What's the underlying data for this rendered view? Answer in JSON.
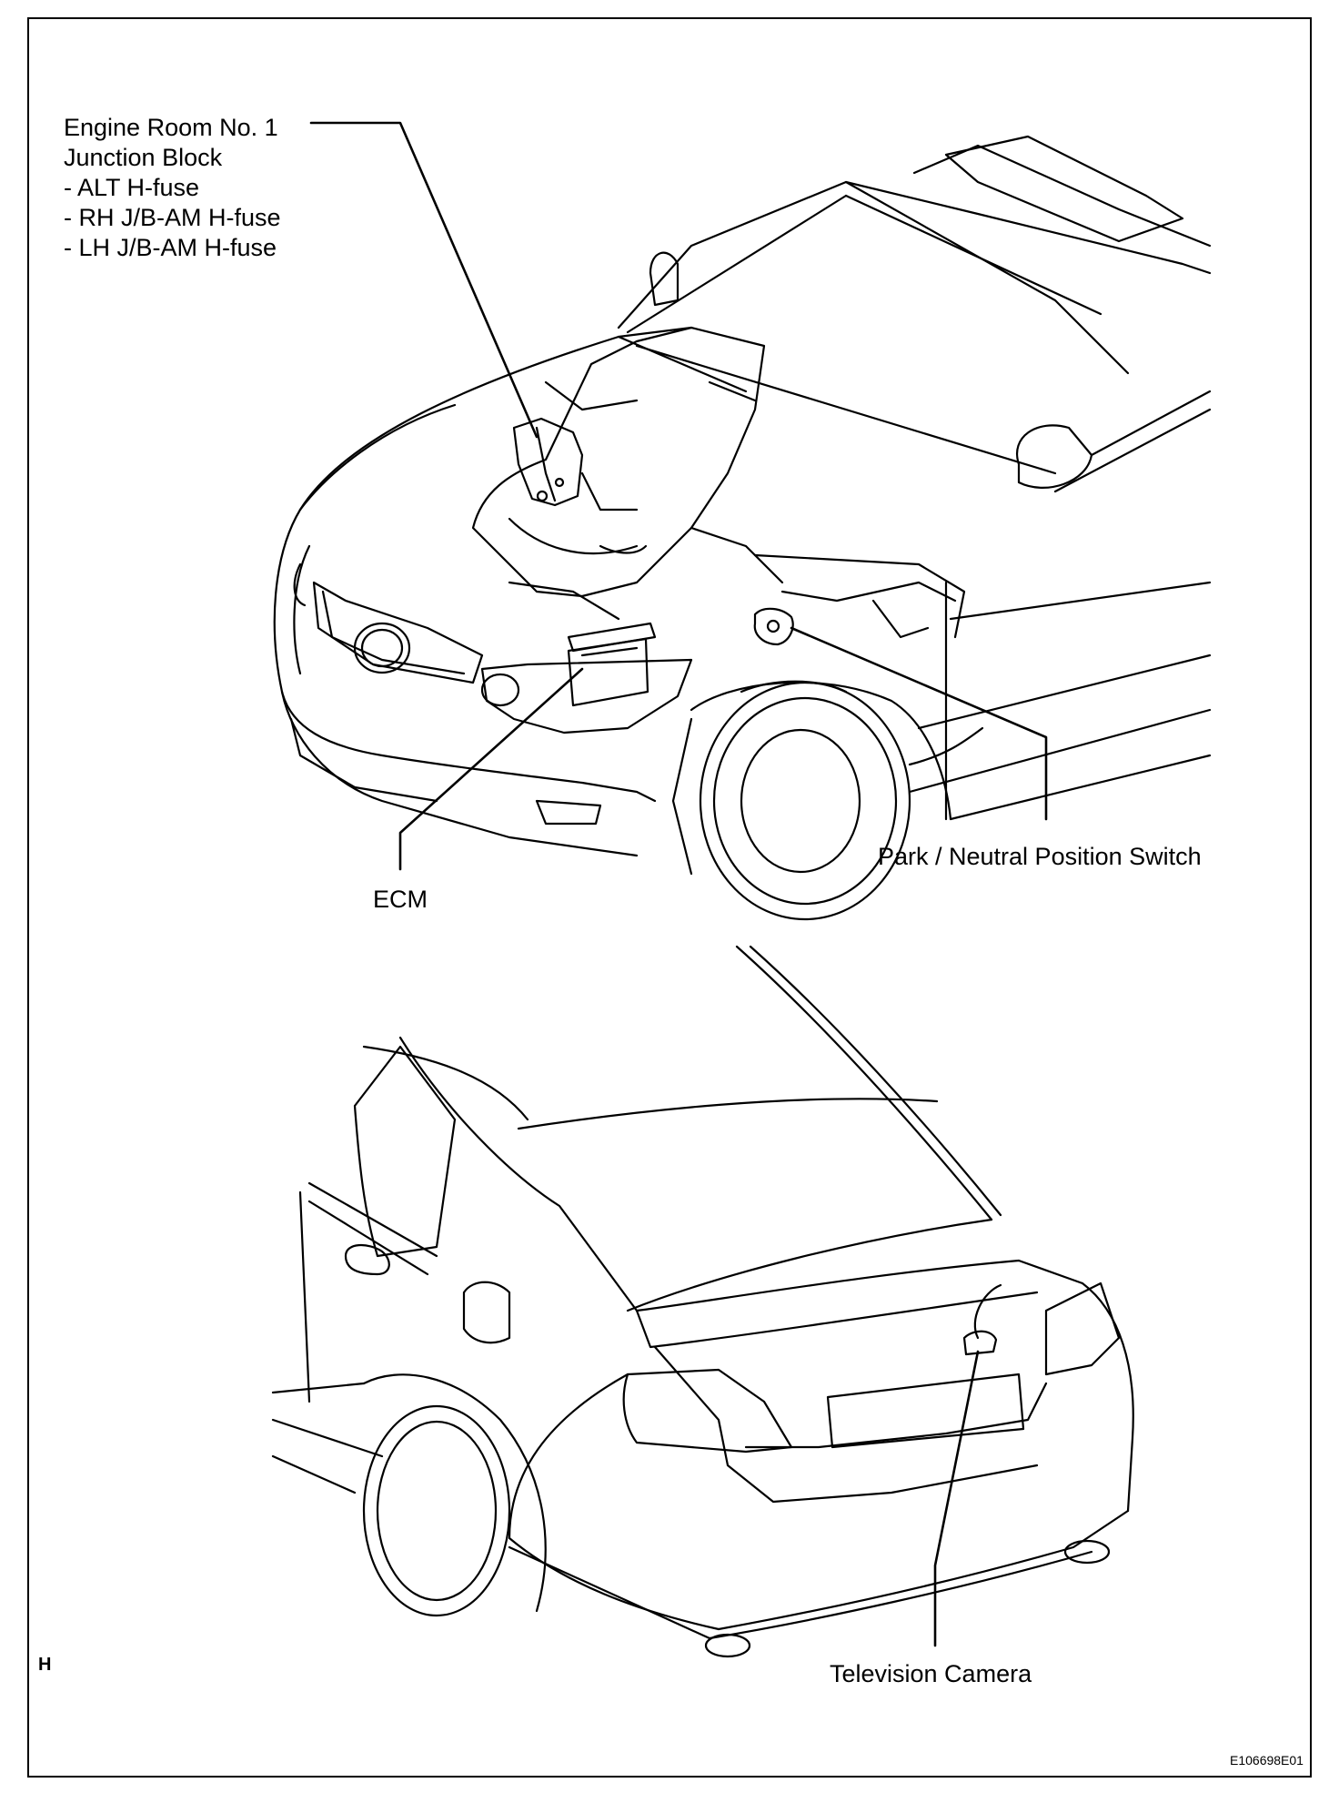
{
  "labels": {
    "junction_block": {
      "line1": "Engine Room No. 1",
      "line2": "Junction Block",
      "line3": "- ALT H-fuse",
      "line4": "- RH J/B-AM H-fuse",
      "line5": "- LH J/B-AM H-fuse"
    },
    "ecm": "ECM",
    "park_neutral": "Park / Neutral Position Switch",
    "television_camera": "Television Camera"
  },
  "corner_mark": "H",
  "figure_code": "E106698E01"
}
